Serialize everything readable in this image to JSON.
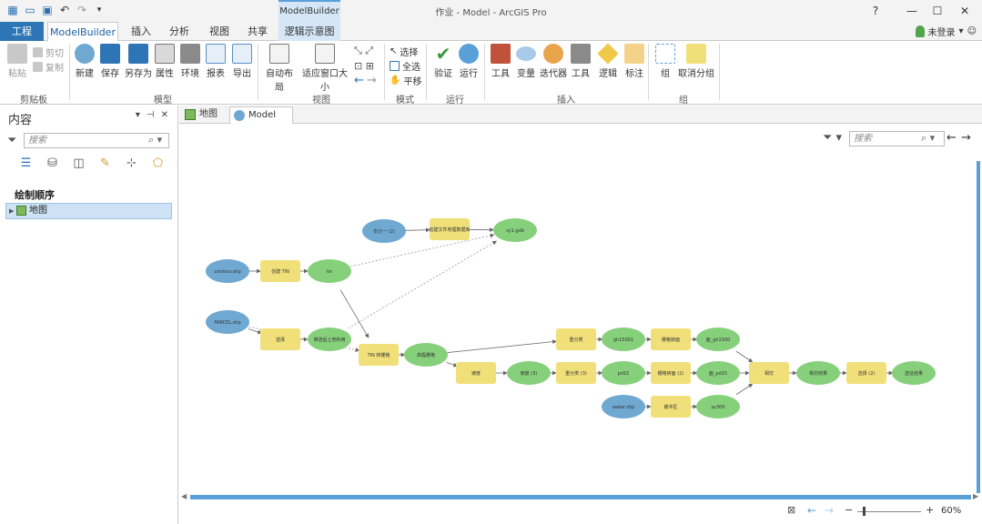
{
  "window": {
    "title": "作业 - Model - ArcGIS Pro",
    "context_tab_header": "ModelBuilder",
    "controls": [
      "?",
      "—",
      "☐",
      "✕"
    ]
  },
  "tabs": {
    "project": "工程",
    "modelbuilder": "ModelBuilder",
    "insert": "插入",
    "analysis": "分析",
    "view": "视图",
    "share": "共享",
    "logic_diagram": "逻辑示意图"
  },
  "login": "未登录",
  "ribbon": {
    "clipboard": {
      "paste": "粘贴",
      "cut": "剪切",
      "copy": "复制",
      "label": "剪贴板"
    },
    "model": {
      "new": "新建",
      "save": "保存",
      "save_as": "另存为",
      "properties": "属性",
      "environments": "环境",
      "report": "报表",
      "export": "导出",
      "label": "模型"
    },
    "view": {
      "auto_layout": "自动布局",
      "fit_window": "适应窗口大小",
      "label": "视图"
    },
    "mode": {
      "select": "选择",
      "select_all": "全选",
      "pan": "平移",
      "label": "模式"
    },
    "run": {
      "validate": "验证",
      "run": "运行",
      "label": "运行"
    },
    "insert": {
      "toolbox": "工具",
      "variable": "变量",
      "iterator": "迭代器",
      "tools": "工具",
      "logic": "逻辑",
      "label_tool": "标注",
      "label": "插入"
    },
    "group": {
      "group": "组",
      "ungroup": "取消分组",
      "label": "组"
    }
  },
  "contents": {
    "title": "内容",
    "search_placeholder": "搜索",
    "heading": "绘制顺序",
    "item": "地图",
    "controls": [
      "▾",
      "⊣",
      "✕"
    ]
  },
  "doc_tabs": {
    "map": "地图",
    "model": "Model"
  },
  "canvas": {
    "search_placeholder": "搜索",
    "zoom": "60%",
    "nodes": [
      {
        "id": "n1",
        "label": "农分一 (2)",
        "kind": "input"
      },
      {
        "id": "n2",
        "label": "创建文件地理数据库",
        "kind": "tool"
      },
      {
        "id": "n3",
        "label": "zy1.gdb",
        "kind": "output"
      },
      {
        "id": "n4",
        "label": "contour.shp",
        "kind": "input"
      },
      {
        "id": "n5",
        "label": "创建 TIN",
        "kind": "tool"
      },
      {
        "id": "n6",
        "label": "tin",
        "kind": "output"
      },
      {
        "id": "n7",
        "label": "PARCEL.shp",
        "kind": "input"
      },
      {
        "id": "n8",
        "label": "选择",
        "kind": "tool"
      },
      {
        "id": "n9",
        "label": "筛选后土地利用",
        "kind": "output"
      },
      {
        "id": "n10",
        "label": "TIN 转栅格",
        "kind": "tool"
      },
      {
        "id": "n11",
        "label": "高程栅格",
        "kind": "output"
      },
      {
        "id": "n12",
        "label": "坡度",
        "kind": "tool"
      },
      {
        "id": "n13",
        "label": "坡度 (3)",
        "kind": "output"
      },
      {
        "id": "n14",
        "label": "重分类",
        "kind": "tool"
      },
      {
        "id": "n15",
        "label": "gh15001",
        "kind": "output"
      },
      {
        "id": "n16",
        "label": "栅格转面",
        "kind": "tool"
      },
      {
        "id": "n17",
        "label": "面_gh1500",
        "kind": "output"
      },
      {
        "id": "n18",
        "label": "重分类 (3)",
        "kind": "tool"
      },
      {
        "id": "n19",
        "label": "pd15",
        "kind": "output"
      },
      {
        "id": "n20",
        "label": "栅格转面 (2)",
        "kind": "tool"
      },
      {
        "id": "n21",
        "label": "面_pd15",
        "kind": "output"
      },
      {
        "id": "n22",
        "label": "water.shp",
        "kind": "input"
      },
      {
        "id": "n23",
        "label": "缓冲区",
        "kind": "tool"
      },
      {
        "id": "n24",
        "label": "sy300",
        "kind": "output"
      },
      {
        "id": "n25",
        "label": "相交",
        "kind": "tool"
      },
      {
        "id": "n26",
        "label": "相交结果",
        "kind": "output"
      },
      {
        "id": "n27",
        "label": "选择 (2)",
        "kind": "tool"
      },
      {
        "id": "n28",
        "label": "选址结果",
        "kind": "output"
      }
    ]
  },
  "colors": {
    "input": "#6fa8d1",
    "tool": "#f1e07a",
    "output": "#86d07c",
    "accent": "#2e75b6",
    "scroll": "#5aa0d8"
  }
}
